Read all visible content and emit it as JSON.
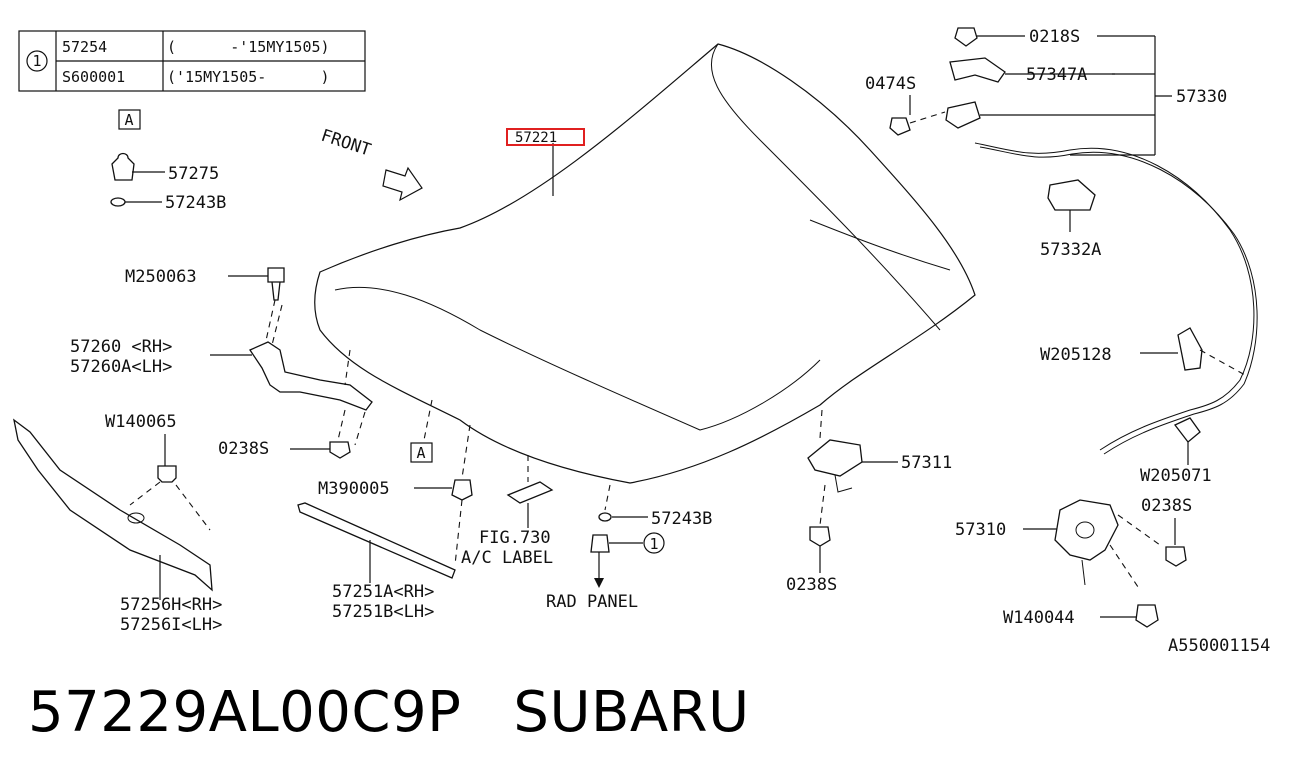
{
  "table": {
    "marker": "1",
    "rows": [
      {
        "part": "57254",
        "range": "(      -'15MY1505)"
      },
      {
        "part": "S600001",
        "range": "('15MY1505-      )"
      }
    ]
  },
  "highlight_color": "#e02020",
  "labels": {
    "hood": "57221",
    "front": "FRONT",
    "c57275": "57275",
    "c57243b_left": "57243B",
    "m250063": "M250063",
    "c57260": "57260 <RH>",
    "c57260a": "57260A<LH>",
    "w140065": "W140065",
    "c0238s_left": "0238S",
    "box_a_top": "A",
    "box_a_mid": "A",
    "m390005": "M390005",
    "c57256h": "57256H<RH>",
    "c57256i": "57256I<LH>",
    "c57251a": "57251A<RH>",
    "c57251b": "57251B<LH>",
    "fig730": "FIG.730",
    "ac_label": "A/C LABEL",
    "c57243b_mid": "57243B",
    "circle_ref": "1",
    "rad_panel": "RAD PANEL",
    "c57311": "57311",
    "c0238s_mid": "0238S",
    "c0218s": "0218S",
    "c0474s": "0474S",
    "c57347a": "57347A",
    "c57330": "57330",
    "c57332a": "57332A",
    "w205128": "W205128",
    "w205071": "W205071",
    "c0238s_right": "0238S",
    "c57310": "57310",
    "w140044": "W140044",
    "diagram_id": "A550001154"
  },
  "footer": {
    "part_number": "57229AL00C9P",
    "brand": "SUBARU"
  }
}
